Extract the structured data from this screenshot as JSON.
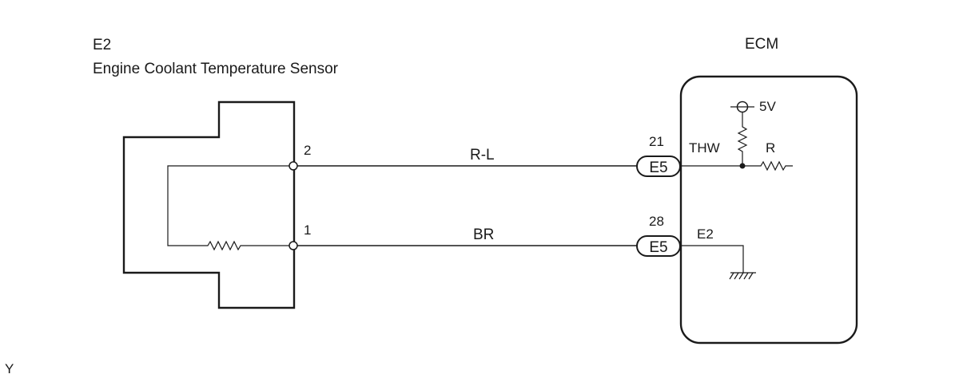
{
  "sensor": {
    "code": "E2",
    "name": "Engine Coolant Temperature Sensor",
    "pin_top": "2",
    "pin_bottom": "1"
  },
  "wires": {
    "top_color": "R-L",
    "bottom_color": "BR"
  },
  "ecm": {
    "title": "ECM",
    "top_connector": {
      "pin": "21",
      "code": "E5"
    },
    "bottom_connector": {
      "pin": "28",
      "code": "E5"
    },
    "thw_label": "THW",
    "voltage_label": "5V",
    "resistor_label": "R",
    "e2_label": "E2"
  },
  "footer_mark": "Y"
}
